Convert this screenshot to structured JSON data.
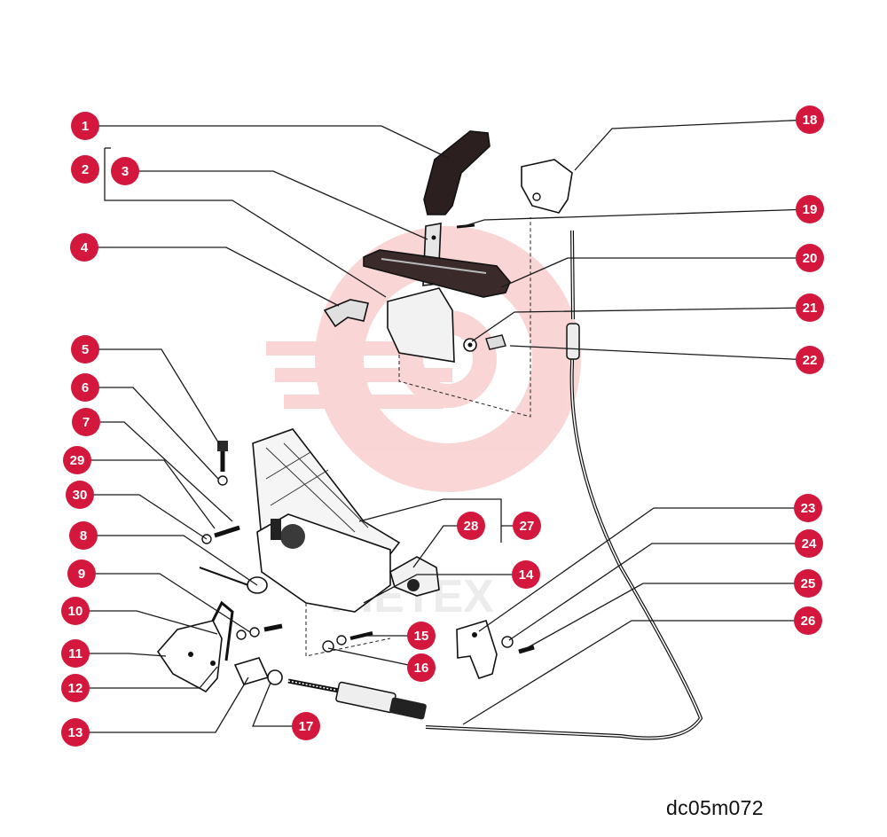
{
  "diagram": {
    "drawing_code": "dc05m072",
    "watermark_text": "PIETEX",
    "colors": {
      "callout": "#d4183d",
      "callout_text": "#ffffff",
      "line": "#1a1a1a",
      "watermark": "#f3c3c3"
    },
    "callouts": [
      {
        "label": "1"
      },
      {
        "label": "2"
      },
      {
        "label": "3"
      },
      {
        "label": "4"
      },
      {
        "label": "5"
      },
      {
        "label": "6"
      },
      {
        "label": "7"
      },
      {
        "label": "8"
      },
      {
        "label": "9"
      },
      {
        "label": "10"
      },
      {
        "label": "11"
      },
      {
        "label": "12"
      },
      {
        "label": "13"
      },
      {
        "label": "14"
      },
      {
        "label": "15"
      },
      {
        "label": "16"
      },
      {
        "label": "17"
      },
      {
        "label": "18"
      },
      {
        "label": "19"
      },
      {
        "label": "20"
      },
      {
        "label": "21"
      },
      {
        "label": "22"
      },
      {
        "label": "23"
      },
      {
        "label": "24"
      },
      {
        "label": "25"
      },
      {
        "label": "26"
      },
      {
        "label": "27"
      },
      {
        "label": "28"
      },
      {
        "label": "29"
      },
      {
        "label": "30"
      }
    ]
  }
}
